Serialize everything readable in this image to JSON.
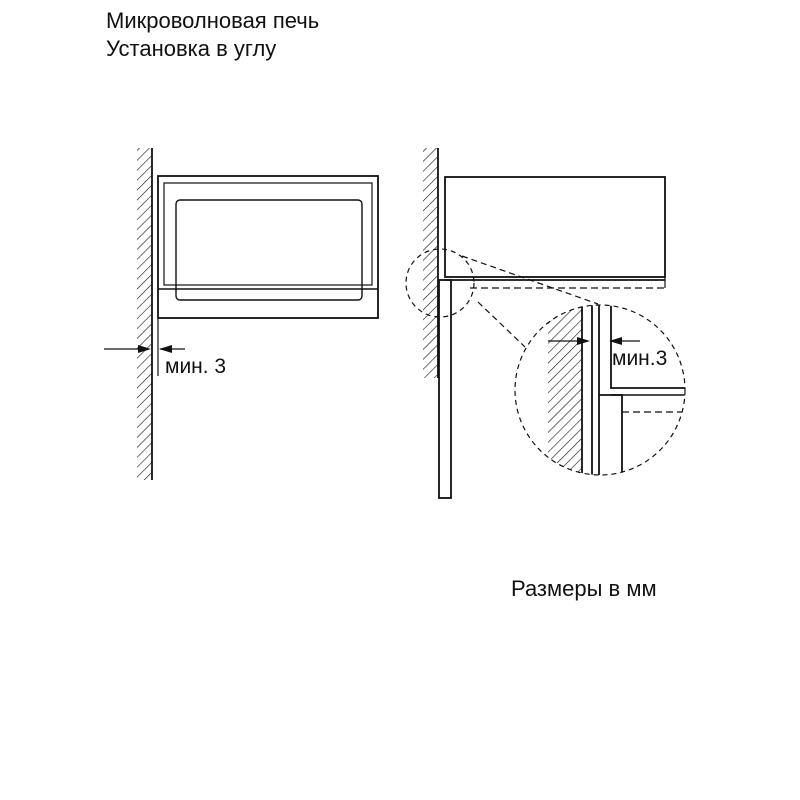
{
  "title": {
    "line1": "Микроволновая печь",
    "line2": "Установка в углу"
  },
  "front_view": {
    "clearance_label": "мин. 3"
  },
  "side_view": {
    "detail_clearance_label": "мин.3"
  },
  "units_note": "Размеры в мм",
  "colors": {
    "line": "#111111",
    "background": "#ffffff"
  }
}
